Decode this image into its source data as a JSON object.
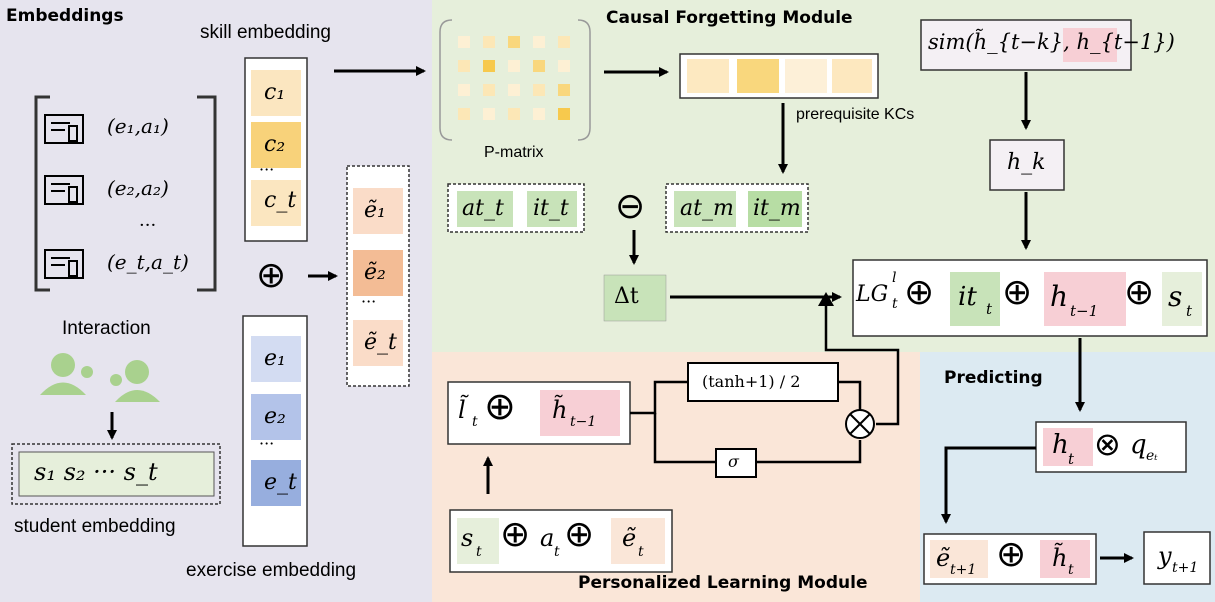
{
  "sections": {
    "embeddings": "Embeddings",
    "causal_forgetting": "Causal Forgetting Module",
    "personalized_learning": "Personalized Learning Module",
    "predicting": "Predicting"
  },
  "embeddings": {
    "skill_embedding_label": "skill embedding",
    "exercise_embedding_label": "exercise embedding",
    "student_embedding_label": "student embedding",
    "interaction_label": "Interaction",
    "skills": [
      "c₁",
      "c₂",
      "c_t"
    ],
    "exercises": [
      "e₁",
      "e₂",
      "e_t"
    ],
    "combined": [
      "ẽ₁",
      "ẽ₂",
      "ẽ_t"
    ],
    "interactions": [
      "(e₁,a₁)",
      "(e₂,a₂)",
      "(e_t,a_t)"
    ],
    "student": "s₁  s₂ ··· s_t",
    "dots": "···",
    "oplus": "⊕"
  },
  "causal": {
    "p_matrix_label": "P-matrix",
    "prerequisite_label": "prerequisite KCs",
    "at_t": "at_t",
    "it_t": "it_t",
    "at_m": "at_m",
    "it_m": "it_m",
    "ominus": "⊖",
    "delta_t": "Δt",
    "sim": "sim(h̃_{t−k}, h_{t−1})",
    "h_k": "h_k",
    "lg_formula": {
      "lg": "LG",
      "it": "it",
      "h": "h",
      "s": "s"
    }
  },
  "learning": {
    "l_tilde": "l̃",
    "h_tilde": "h̃",
    "tanh": "(tanh+1) / 2",
    "sigma": "σ",
    "otimes": "⊗",
    "input": {
      "s": "s",
      "a": "a",
      "e": "ẽ"
    }
  },
  "predicting": {
    "ht_q": {
      "h": "h",
      "q": "q"
    },
    "e_next": "ẽ",
    "h_tilde": "h̃",
    "y": "y"
  },
  "colors": {
    "embeddings_bg": "#e6e4ee",
    "causal_bg": "#e6efdb",
    "learning_bg": "#fae6d8",
    "predicting_bg": "#dceaf2",
    "skill_cell": "#fbe6c0",
    "skill_cell_dark": "#f8d27a",
    "exercise_cell": "#d3dcf2",
    "exercise_cell_dark": "#97aede",
    "combined_cell": "#fadcc8",
    "combined_cell_dark": "#f3bc95",
    "green_cell": "#b7dda4",
    "pink_cell": "#f7cfd5",
    "figure_icon": "#a9d18e"
  }
}
